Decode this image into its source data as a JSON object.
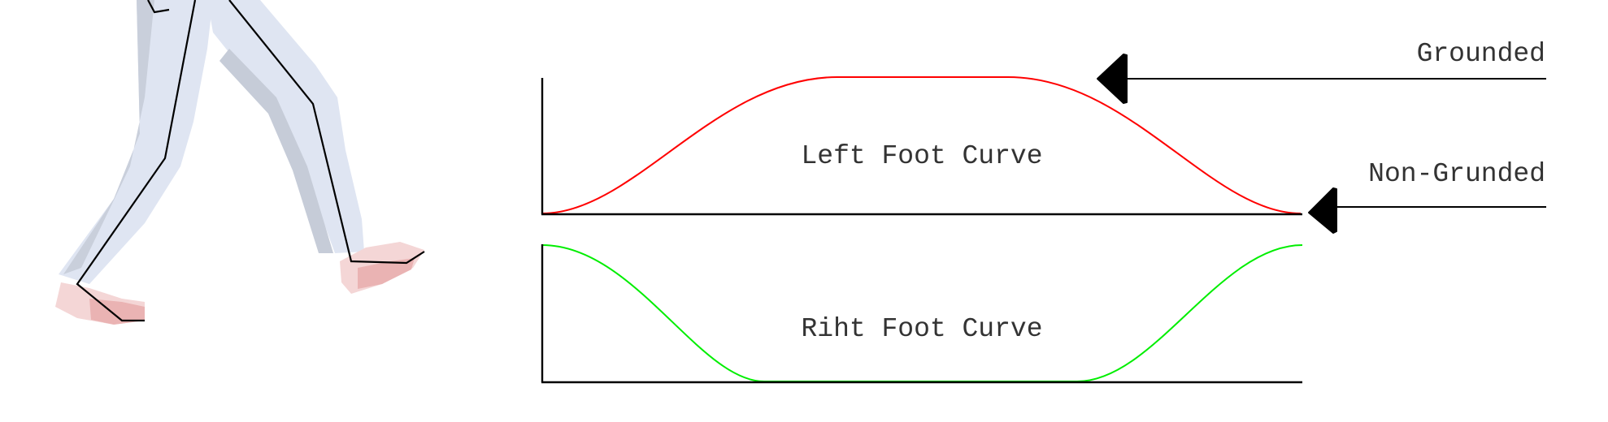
{
  "labels": {
    "left_curve": "Left Foot Curve",
    "right_curve": "Riht Foot Curve",
    "grounded": "Grounded",
    "non_grounded": "Non-Grunded"
  },
  "colors": {
    "left_curve": "#ff0000",
    "right_curve": "#00ee00",
    "axis": "#000000",
    "pointer": "#000000",
    "pants": "#dfe5f2",
    "pants_shadow": "#c6ccd8",
    "shoe": "#f4d6d6",
    "shoe_shadow": "#eab3b3",
    "bone": "#000000"
  },
  "illustration": {
    "subject": "walking-legs-with-skeleton-lines"
  }
}
